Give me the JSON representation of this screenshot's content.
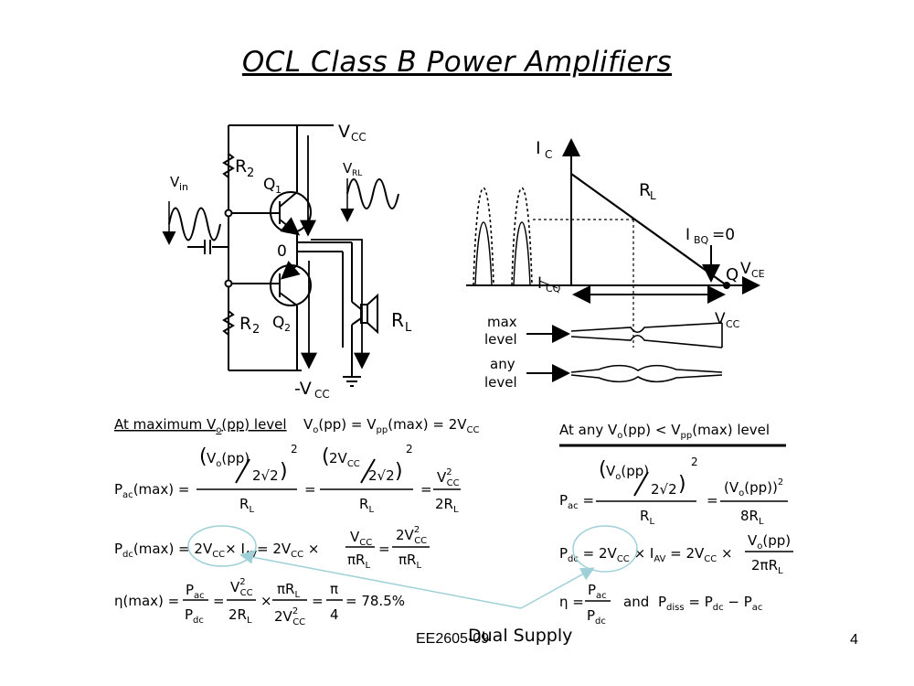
{
  "slide": {
    "title": "OCL Class B  Power Amplifiers",
    "footer_course": "EE2605-09",
    "footer_note": "Dual Supply",
    "page_number": "4"
  },
  "circuit": {
    "vcc": "V",
    "vcc_sub": "CC",
    "neg_vcc": "-V",
    "neg_vcc_sub": "CC",
    "r2_top": "R",
    "r2_top_sub": "2",
    "r2_bot": "R",
    "r2_bot_sub": "2",
    "q1": "Q",
    "q1_sub": "1",
    "q2": "Q",
    "q2_sub": "2",
    "vin": "V",
    "vin_sub": "in",
    "vrl": "V",
    "vrl_sub": "RL",
    "node0": "0",
    "rl": "R",
    "rl_sub": "L"
  },
  "graph": {
    "ic": "I",
    "ic_sub": "C",
    "rl": "R",
    "rl_sub": "L",
    "ibq": "I",
    "ibq_sub": "BQ",
    "ibq_val": "=0",
    "q": "Q",
    "vce": "V",
    "vce_sub": "CE",
    "icq": "I",
    "icq_sub": "CQ",
    "vcc": "V",
    "vcc_sub": "CC",
    "max_level": [
      "max",
      "level"
    ],
    "any_level": [
      "any",
      "level"
    ]
  },
  "left_block": {
    "heading_underlined": "At maximum V",
    "heading_sub": "o",
    "heading_rest": "(pp) level",
    "heading_eq": "V",
    "eq_part2": "(pp) = V",
    "eq_pp": "pp",
    "eq_part3": "(max) = 2V",
    "eq_cc": "CC",
    "pac_label": "P",
    "pac_sub": "ac",
    "pac_arg": "(max) =",
    "pdc_label": "P",
    "pdc_sub": "dc",
    "pdc_arg": "(max) = 2V",
    "pdc_cc": "CC",
    "pdc_times": "× I",
    "pdc_av": "AV",
    "pdc_eq2": "= 2V",
    "eta_label": "η(max) =",
    "eta_result": "= 78.5%"
  },
  "right_block": {
    "heading": "At any V",
    "heading_sub": "o",
    "heading_mid": "(pp) < V",
    "heading_pp": "pp",
    "heading_end": "(max) level",
    "pac_label": "P",
    "pac_sub": "ac",
    "pdc_label": "P",
    "pdc_sub": "dc",
    "eta_label": "η =",
    "and_text": "and",
    "pdiss": "P",
    "pdiss_sub": "diss"
  }
}
